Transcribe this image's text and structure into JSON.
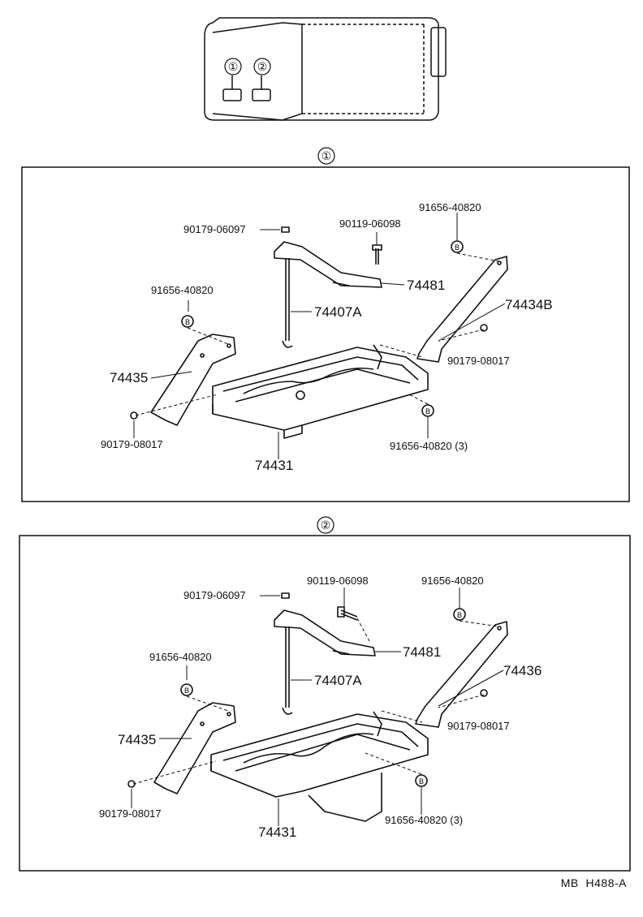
{
  "vehicle_icon": {
    "markers": [
      "①",
      "②"
    ]
  },
  "sections": [
    {
      "marker": "①",
      "labels": {
        "bolt_top": "90179-06097",
        "screw": "90119-06098",
        "nut_tr": "91656-40820",
        "clamp": "74481",
        "rod": "74407A",
        "bracket_right": "74434B",
        "nut_rr": "90179-08017",
        "nut_left": "91656-40820",
        "bracket_left": "74435",
        "nut_bl": "90179-08017",
        "nut_tray": "91656-40820 (3)",
        "tray": "74431",
        "b_letter": "B"
      }
    },
    {
      "marker": "②",
      "labels": {
        "bolt_top": "90179-06097",
        "screw": "90119-06098",
        "nut_tr": "91656-40820",
        "clamp": "74481",
        "rod": "74407A",
        "bracket_right": "74436",
        "nut_rr": "90179-08017",
        "nut_left": "91656-40820",
        "bracket_left": "74435",
        "nut_bl": "90179-08017",
        "nut_tray": "91656-40820 (3)",
        "tray": "74431",
        "b_letter": "B"
      }
    }
  ],
  "footer_code": "MB  H488-A"
}
